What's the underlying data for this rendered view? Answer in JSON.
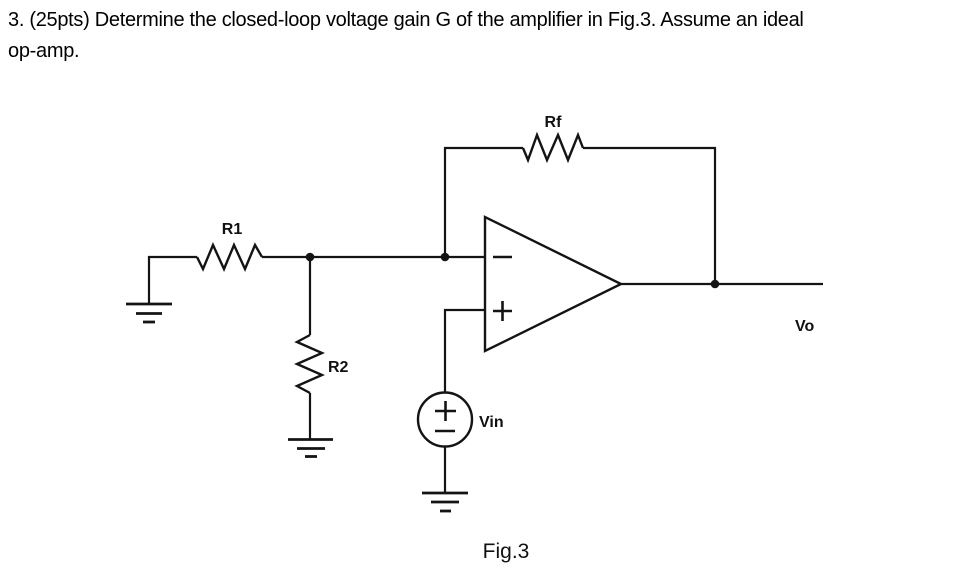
{
  "problem": {
    "line1": "3. (25pts) Determine the closed-loop voltage gain G of the amplifier in Fig.3. Assume an ideal",
    "line2": "op-amp."
  },
  "figure": {
    "caption": "Fig.3",
    "labels": {
      "feedback_resistor": "Rf",
      "input_resistor": "R1",
      "shunt_resistor": "R2",
      "source": "Vin",
      "output": "Vo"
    },
    "symbols": {
      "opamp_inverting_input": "minus-icon",
      "opamp_noninverting_input": "plus-icon",
      "source_positive_terminal": "plus-icon",
      "source_negative_terminal": "minus-icon",
      "ground_count": 3,
      "junction_dot_count": 3
    },
    "colors": {
      "line": "#141414",
      "text": "#111111",
      "background": "#ffffff"
    }
  }
}
